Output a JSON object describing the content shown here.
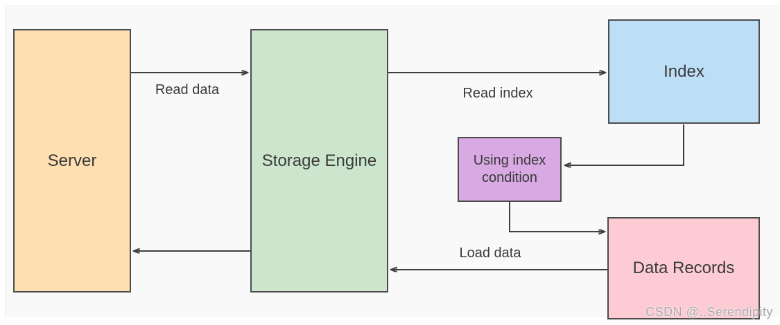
{
  "canvas": {
    "background": "#f9f9f9"
  },
  "nodes": {
    "server": {
      "label": "Server",
      "fill": "#ffdfb1"
    },
    "storage_engine": {
      "label": "Storage Engine",
      "fill": "#cbe6cd"
    },
    "index": {
      "label": "Index",
      "fill": "#bddff6"
    },
    "using_index_condition": {
      "label": "Using index condition",
      "fill": "#d9a9e3"
    },
    "data_records": {
      "label": "Data Records",
      "fill": "#fccbd3"
    }
  },
  "edges": {
    "server_to_storage": {
      "label": "Read data",
      "from": "server",
      "to": "storage_engine"
    },
    "storage_to_index": {
      "label": "Read index",
      "from": "storage_engine",
      "to": "index"
    },
    "index_to_condition": {
      "label": "",
      "from": "index",
      "to": "using_index_condition"
    },
    "condition_to_records": {
      "label": "",
      "from": "using_index_condition",
      "to": "data_records"
    },
    "records_to_storage": {
      "label": "Load data",
      "from": "data_records",
      "to": "storage_engine"
    },
    "storage_to_server": {
      "label": "",
      "from": "storage_engine",
      "to": "server"
    }
  },
  "style": {
    "line_color": "#3f3f3f",
    "border_color": "#4c4c4c",
    "text_color": "#3a3a3a"
  },
  "watermark": {
    "text": "CSDN @..Serendipity"
  }
}
